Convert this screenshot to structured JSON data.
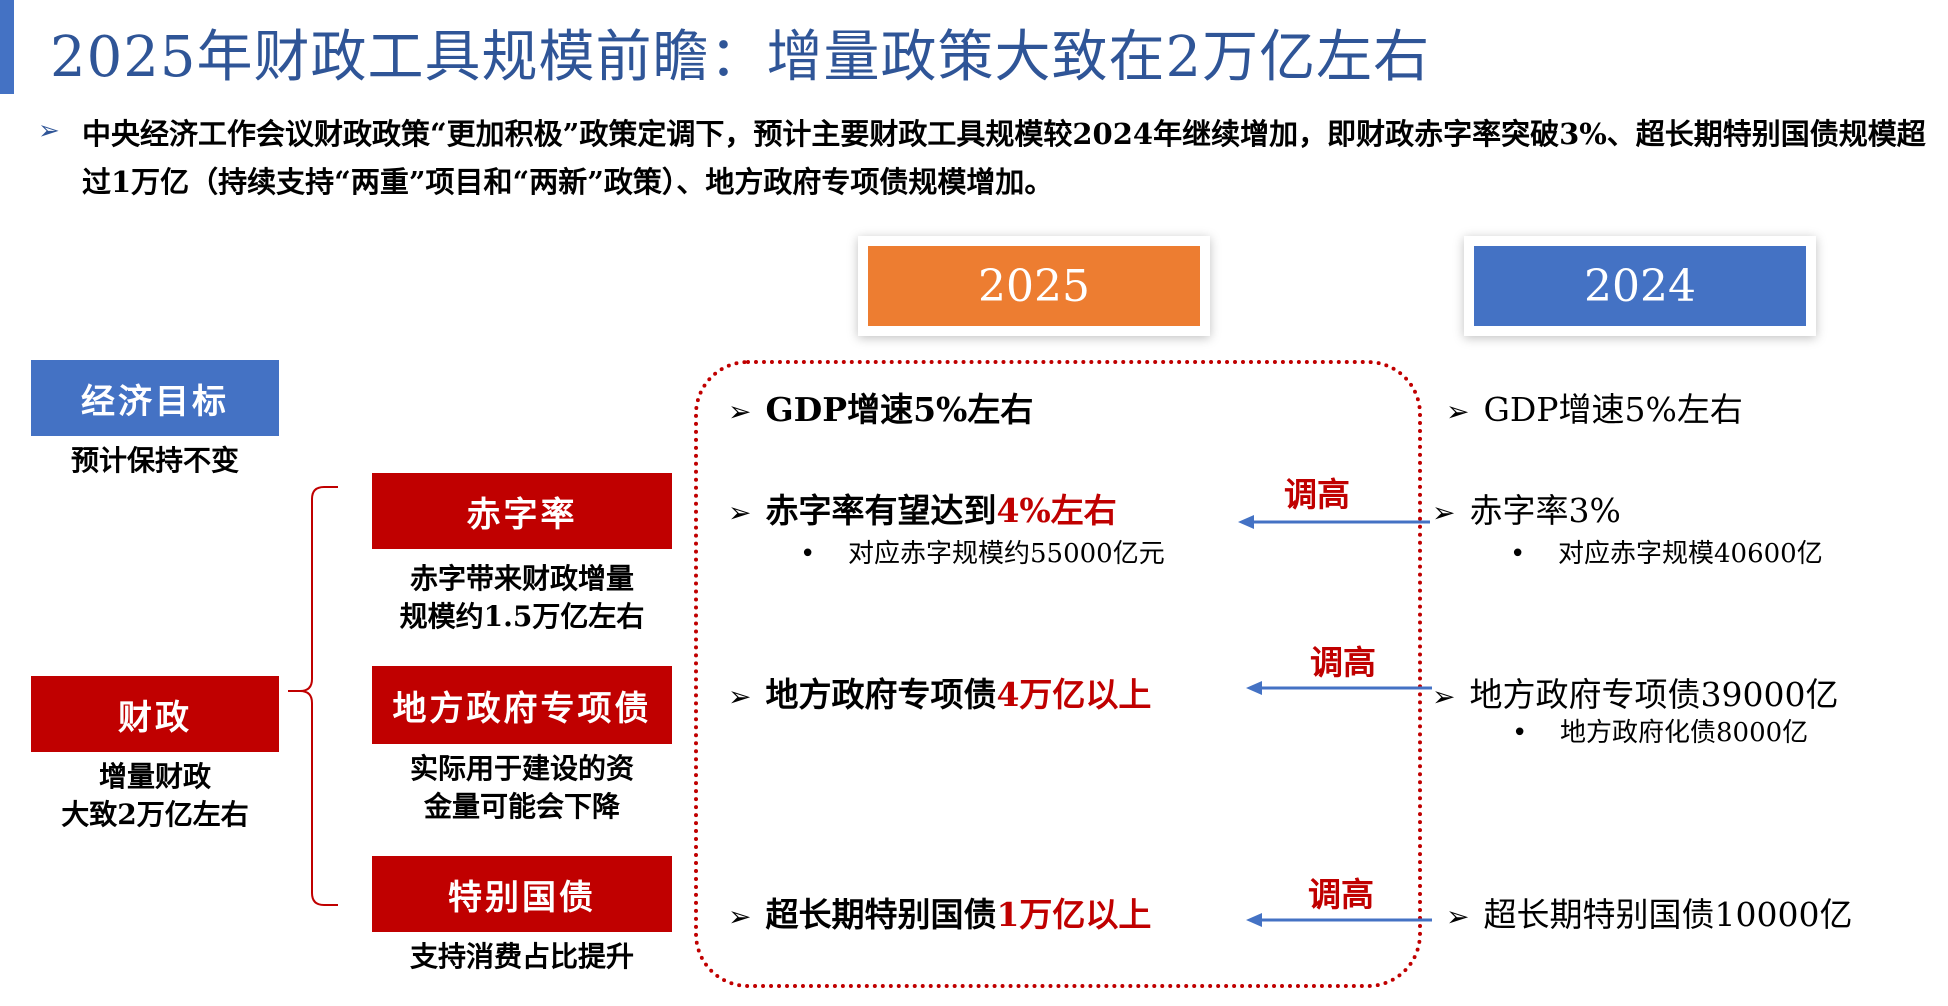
{
  "title": "2025年财政工具规模前瞻：增量政策大致在2万亿左右",
  "intro": {
    "arrow": "➢",
    "text": "中央经济工作会议财政政策“更加积极”政策定调下，预计主要财政工具规模较2024年继续增加，即财政赤字率突破3%、超长期特别国债规模超过1万亿（持续支持“两重”项目和“两新”政策）、地方政府专项债规模增加。"
  },
  "years": {
    "y2025": "2025",
    "y2024": "2024"
  },
  "left": {
    "econ": {
      "label": "经济目标",
      "caption": "预计保持不变"
    },
    "fiscal": {
      "label": "财政",
      "caption_line1": "增量财政",
      "caption_line2": "大致2万亿左右"
    },
    "deficit": {
      "label": "赤字率",
      "caption_line1": "赤字带来财政增量",
      "caption_line2": "规模约1.5万亿左右"
    },
    "special_bond": {
      "label": "地方政府专项债",
      "caption_line1": "实际用于建设的资",
      "caption_line2": "金量可能会下降"
    },
    "treasury": {
      "label": "特别国债",
      "caption": "支持消费占比提升"
    }
  },
  "col2025": {
    "gdp": "GDP增速5%左右",
    "deficit_prefix": "赤字率有望达到",
    "deficit_red": "4%左右",
    "deficit_sub": "对应赤字规模约55000亿元",
    "special_prefix": "地方政府专项债",
    "special_red": "4万亿以上",
    "treasury_prefix": "超长期特别国债",
    "treasury_red": "1万亿以上"
  },
  "col2024": {
    "gdp": "GDP增速5%左右",
    "deficit": "赤字率3%",
    "deficit_sub": "对应赤字规模40600亿",
    "special": "地方政府专项债39000亿",
    "special_sub": "地方政府化债8000亿",
    "treasury": "超长期特别国债10000亿"
  },
  "bullets": {
    "arrow": "➢",
    "dot": "•"
  },
  "adjust_label": "调高",
  "colors": {
    "title_blue": "#2f5597",
    "accent_red": "#c00000",
    "orange": "#ed7d31",
    "blue": "#4472c4"
  }
}
